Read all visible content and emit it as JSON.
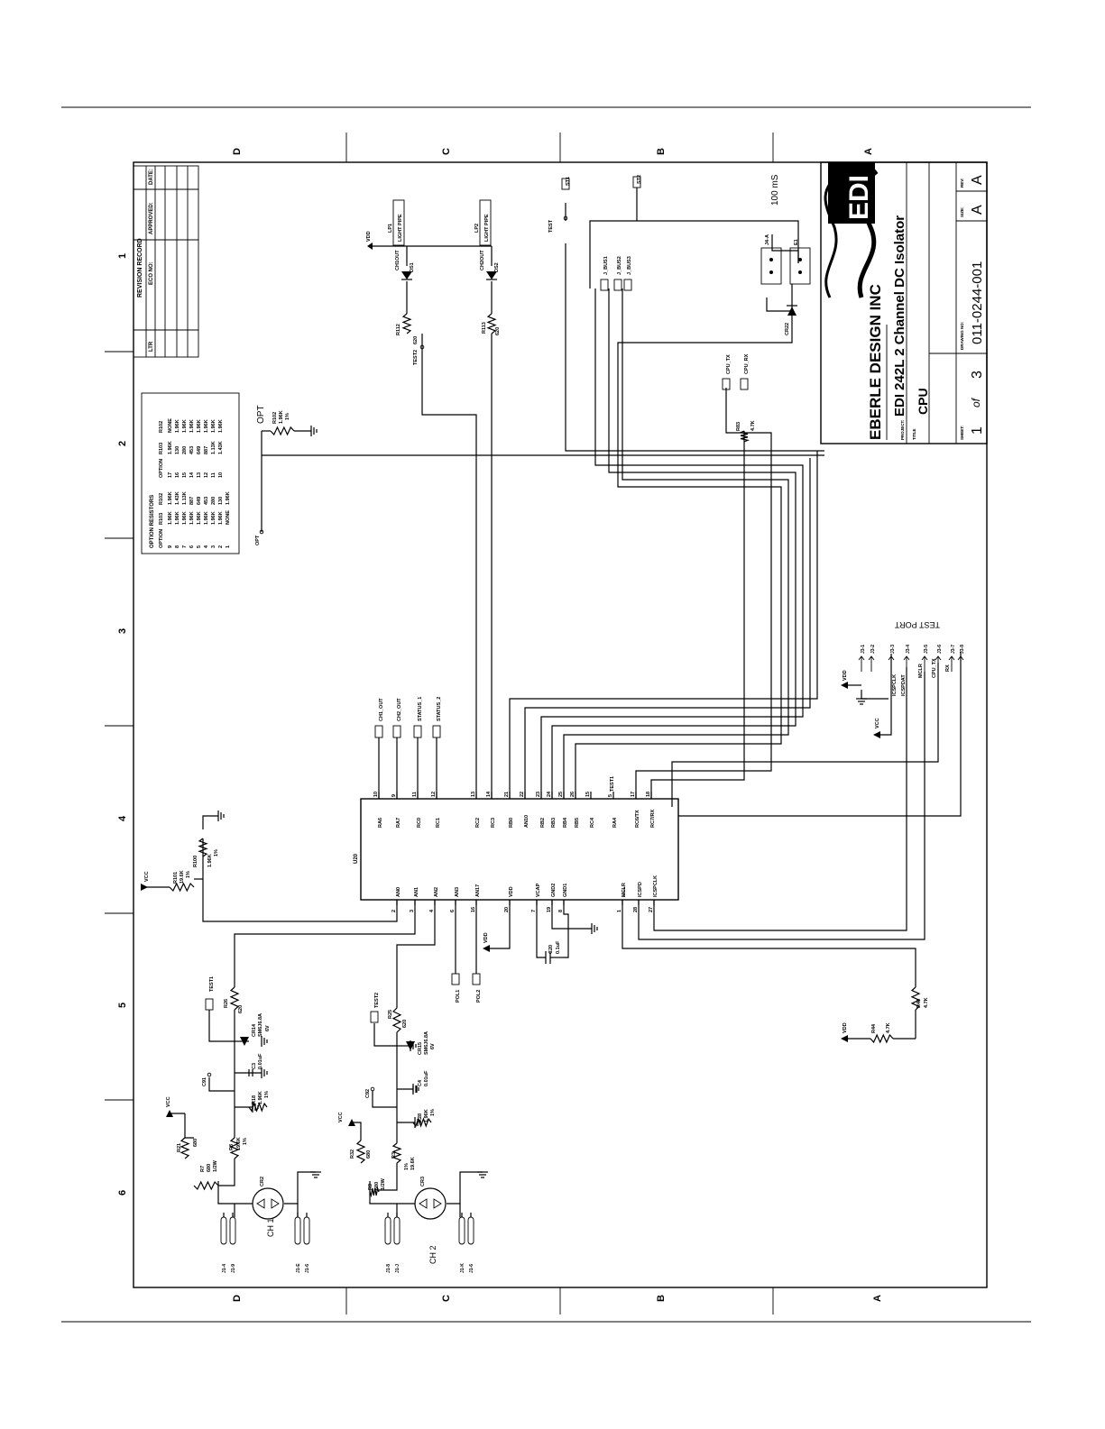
{
  "title_block": {
    "company": "EBERLE DESIGN INC",
    "logo_text": "EDI",
    "project_label": "PROJECT:",
    "project": "EDI 242L 2 Channel DC Isolator",
    "title_label": "TITLE",
    "title": "CPU",
    "sheet_label": "SHEET:",
    "sheet_num": "1",
    "sheet_of": "of",
    "sheet_total": "3",
    "drawing_label": "DRAWING NO:",
    "drawing_no": "011-0244-001",
    "size_label": "SIZE:",
    "size": "A",
    "rev_label": "REV:",
    "rev": "A"
  },
  "revision_record": {
    "title": "REVISION RECORD",
    "headers": [
      "LTR",
      "ECO NO:",
      "APPROVED:",
      "DATE:"
    ]
  },
  "option_resistors": {
    "title": "OPTION RESISTORS",
    "headers": [
      "OPTION",
      "R103",
      "R102",
      "OPTION",
      "R103",
      "R102"
    ],
    "rows": [
      [
        "9",
        "1.96K",
        "1.96K",
        "17",
        "1.96K",
        "NONE"
      ],
      [
        "8",
        "1.96K",
        "1.43K",
        "16",
        "130",
        "1.96K"
      ],
      [
        "7",
        "1.96K",
        "1.13K",
        "15",
        "280",
        "1.96K"
      ],
      [
        "6",
        "1.96K",
        "887",
        "14",
        "453",
        "1.96K"
      ],
      [
        "5",
        "1.96K",
        "649",
        "13",
        "649",
        "1.96K"
      ],
      [
        "4",
        "1.96K",
        "453",
        "12",
        "887",
        "1.96K"
      ],
      [
        "3",
        "1.96K",
        "280",
        "11",
        "1.13K",
        "1.96K"
      ],
      [
        "2",
        "1.96K",
        "130",
        "10",
        "1.43K",
        "1.96K"
      ],
      [
        "1",
        "NONE",
        "1.96K",
        "",
        "",
        ""
      ]
    ]
  },
  "zones": {
    "letters": [
      "D",
      "C",
      "B",
      "A"
    ],
    "numbers": [
      "1",
      "2",
      "3",
      "4",
      "5",
      "6"
    ]
  },
  "u20": {
    "ref": "U20",
    "top_pins": [
      {
        "num": "10",
        "name": "RA6"
      },
      {
        "num": "9",
        "name": "RA7"
      },
      {
        "num": "11",
        "name": "RC0"
      },
      {
        "num": "12",
        "name": "RC1"
      },
      {
        "num": "13",
        "name": "RC2"
      },
      {
        "num": "14",
        "name": "RC3"
      },
      {
        "num": "21",
        "name": "RB0"
      },
      {
        "num": "22",
        "name": "AN10"
      },
      {
        "num": "23",
        "name": "RB2"
      },
      {
        "num": "24",
        "name": "RB3"
      },
      {
        "num": "25",
        "name": "RB4"
      },
      {
        "num": "26",
        "name": "RB5"
      },
      {
        "num": "15",
        "name": "RC4"
      },
      {
        "num": "5",
        "name": "RA4"
      },
      {
        "num": "17",
        "name": "RC6/TX"
      },
      {
        "num": "18",
        "name": "RC7/RX"
      }
    ],
    "bottom_pins": [
      {
        "num": "2",
        "name": "AN0"
      },
      {
        "num": "3",
        "name": "AN1"
      },
      {
        "num": "4",
        "name": "AN2"
      },
      {
        "num": "6",
        "name": "AN3"
      },
      {
        "num": "16",
        "name": "AN17"
      },
      {
        "num": "20",
        "name": "VDD"
      },
      {
        "num": "7",
        "name": "VCAP"
      },
      {
        "num": "19",
        "name": "GND2"
      },
      {
        "num": "8",
        "name": "GND1"
      },
      {
        "num": "1",
        "name": "MCLR"
      },
      {
        "num": "28",
        "name": "ICSPD"
      },
      {
        "num": "27",
        "name": "ICSPCLK"
      }
    ]
  },
  "net_labels": {
    "ch1_out": "CH1_OUT",
    "ch2_out": "CH2_OUT",
    "status1": "STATUS_1",
    "status2": "STATUS_2",
    "vdd": "VDD",
    "vcc": "VCC",
    "test": "TEST",
    "test1": "TEST1",
    "test2": "TEST2",
    "cpu_tx": "CPU_TX",
    "cpu_rx": "CPU_RX",
    "opt": "OPT",
    "pol1": "POL1",
    "pol2": "POL2",
    "j_bus1": "J_BUS1",
    "j_bus2": "J_BUS2",
    "j_bus3": "J_BUS3",
    "st1": "ST1",
    "st2": "ST2",
    "ch1_out_led": "CH1OUT",
    "ch2_out_led": "CH2OUT",
    "light_pipe": "LIGHT PIPE",
    "lp1": "LP1",
    "lp2": "LP2",
    "ds1": "DS1",
    "ds2": "DS2",
    "time_100ms": "100 mS",
    "cr22": "CR22",
    "j4a": "J4-A",
    "e1": "E1",
    "test_port": "TEST PORT",
    "ch1": "CH 1",
    "ch2": "CH 2",
    "cr2": "CR2",
    "cr3": "CR3"
  },
  "components": {
    "r101": {
      "ref": "R101",
      "value": "19.6K",
      "tol": "1%"
    },
    "r100": {
      "ref": "R100",
      "value": "1.96K",
      "tol": "1%"
    },
    "r102": {
      "ref": "R102",
      "value": "1.96K",
      "tol": "1%"
    },
    "r112": {
      "ref": "R112",
      "value": "620"
    },
    "r113": {
      "ref": "R113",
      "value": "620"
    },
    "r83": {
      "ref": "R83",
      "value": "4.7K"
    },
    "r46": {
      "ref": "R46",
      "value": "4.7K"
    },
    "r44": {
      "ref": "R44",
      "value": "4.7K"
    },
    "r26": {
      "ref": "R26",
      "value": "620"
    },
    "r25": {
      "ref": "R25",
      "value": "620"
    },
    "c20": {
      "ref": "C20",
      "value": "0.1uF"
    },
    "c3": {
      "ref": "C3",
      "value": "0.01uF"
    },
    "c4": {
      "ref": "C4",
      "value": "0.01uF"
    },
    "cr14": {
      "ref": "CR14",
      "value": "SM6J6.8A",
      "extra": "6V"
    },
    "cr15": {
      "ref": "CR15",
      "value": "SM6J6.8A",
      "extra": "6V"
    },
    "c91": {
      "ref": "C91"
    },
    "c92": {
      "ref": "C92"
    },
    "r18": {
      "ref": "R18",
      "value": "1.96K",
      "tol": "1%"
    },
    "r28": {
      "ref": "R28",
      "value": "1.96K",
      "tol": "1%"
    },
    "r8": {
      "ref": "R8",
      "value": "19.6K",
      "tol": "1%"
    },
    "r3": {
      "ref": "R3",
      "value": "19.6K",
      "tol": "1%"
    },
    "r21": {
      "ref": "R21",
      "value": "680"
    },
    "r32": {
      "ref": "R32",
      "value": "680"
    },
    "r7": {
      "ref": "R7",
      "value": "680",
      "extra": "1/2W"
    },
    "r9": {
      "ref": "R9",
      "value": "680",
      "extra": "1/2W"
    }
  },
  "connectors": {
    "ch1_left": [
      "J1-4",
      "J1-9"
    ],
    "ch1_right": [
      "J1-E",
      "J1-6"
    ],
    "ch2_left": [
      "J1-8",
      "J1-J"
    ],
    "ch2_right": [
      "J1-K",
      "J1-6"
    ],
    "test_port_pins": [
      "J3-1",
      "J3-2",
      "J3-3",
      "J3-4",
      "J3-5",
      "J3-6",
      "J3-7",
      "J3-8"
    ],
    "test_port_nets": [
      "ICSPCLK",
      "ICSPDAT",
      "MCLR",
      "CPU_TX",
      "RX"
    ]
  }
}
